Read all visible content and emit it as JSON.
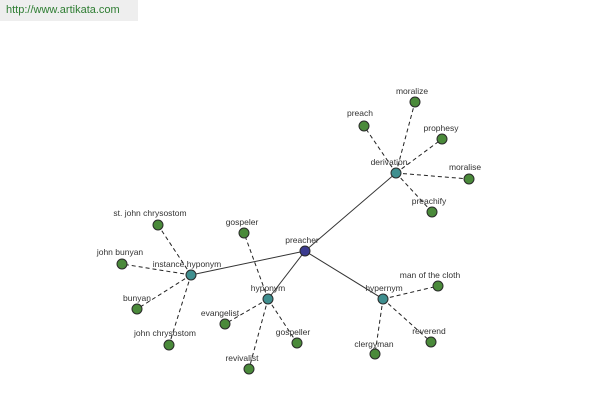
{
  "source_url": "http://www.artikata.com",
  "colors": {
    "root": "#3b3b8f",
    "relation": "#3f8f8f",
    "leaf": "#4a8a3a",
    "url_text": "#2e7d32"
  },
  "nodes": [
    {
      "id": "preacher",
      "label": "preacher",
      "kind": "root"
    },
    {
      "id": "derivation",
      "label": "derivation",
      "kind": "relation"
    },
    {
      "id": "instance-hyponym",
      "label": "instance hyponym",
      "kind": "relation"
    },
    {
      "id": "hyponym",
      "label": "hyponym",
      "kind": "relation"
    },
    {
      "id": "hypernym",
      "label": "hypernym",
      "kind": "relation"
    },
    {
      "id": "moralize",
      "label": "moralize",
      "kind": "leaf"
    },
    {
      "id": "preach",
      "label": "preach",
      "kind": "leaf"
    },
    {
      "id": "prophesy",
      "label": "prophesy",
      "kind": "leaf"
    },
    {
      "id": "moralise",
      "label": "moralise",
      "kind": "leaf"
    },
    {
      "id": "preachify",
      "label": "preachify",
      "kind": "leaf"
    },
    {
      "id": "st-john-chrysostom",
      "label": "st. john chrysostom",
      "kind": "leaf"
    },
    {
      "id": "john-bunyan",
      "label": "john bunyan",
      "kind": "leaf"
    },
    {
      "id": "bunyan",
      "label": "bunyan",
      "kind": "leaf"
    },
    {
      "id": "john-chrysostom",
      "label": "john chrysostom",
      "kind": "leaf"
    },
    {
      "id": "gospeler",
      "label": "gospeler",
      "kind": "leaf"
    },
    {
      "id": "evangelist",
      "label": "evangelist",
      "kind": "leaf"
    },
    {
      "id": "gospeller",
      "label": "gospeller",
      "kind": "leaf"
    },
    {
      "id": "revivalist",
      "label": "revivalist",
      "kind": "leaf"
    },
    {
      "id": "man-of-the-cloth",
      "label": "man of the cloth",
      "kind": "leaf"
    },
    {
      "id": "reverend",
      "label": "reverend",
      "kind": "leaf"
    },
    {
      "id": "clergyman",
      "label": "clergyman",
      "kind": "leaf"
    }
  ],
  "edges": [
    {
      "from": "preacher",
      "to": "derivation",
      "style": "solid"
    },
    {
      "from": "preacher",
      "to": "instance-hyponym",
      "style": "solid"
    },
    {
      "from": "preacher",
      "to": "hyponym",
      "style": "solid"
    },
    {
      "from": "preacher",
      "to": "hypernym",
      "style": "solid"
    },
    {
      "from": "derivation",
      "to": "moralize",
      "style": "dashed"
    },
    {
      "from": "derivation",
      "to": "preach",
      "style": "dashed"
    },
    {
      "from": "derivation",
      "to": "prophesy",
      "style": "dashed"
    },
    {
      "from": "derivation",
      "to": "moralise",
      "style": "dashed"
    },
    {
      "from": "derivation",
      "to": "preachify",
      "style": "dashed"
    },
    {
      "from": "instance-hyponym",
      "to": "st-john-chrysostom",
      "style": "dashed"
    },
    {
      "from": "instance-hyponym",
      "to": "john-bunyan",
      "style": "dashed"
    },
    {
      "from": "instance-hyponym",
      "to": "bunyan",
      "style": "dashed"
    },
    {
      "from": "instance-hyponym",
      "to": "john-chrysostom",
      "style": "dashed"
    },
    {
      "from": "hyponym",
      "to": "gospeler",
      "style": "dashed"
    },
    {
      "from": "hyponym",
      "to": "evangelist",
      "style": "dashed"
    },
    {
      "from": "hyponym",
      "to": "gospeller",
      "style": "dashed"
    },
    {
      "from": "hyponym",
      "to": "revivalist",
      "style": "dashed"
    },
    {
      "from": "hypernym",
      "to": "man-of-the-cloth",
      "style": "dashed"
    },
    {
      "from": "hypernym",
      "to": "reverend",
      "style": "dashed"
    },
    {
      "from": "hypernym",
      "to": "clergyman",
      "style": "dashed"
    }
  ]
}
